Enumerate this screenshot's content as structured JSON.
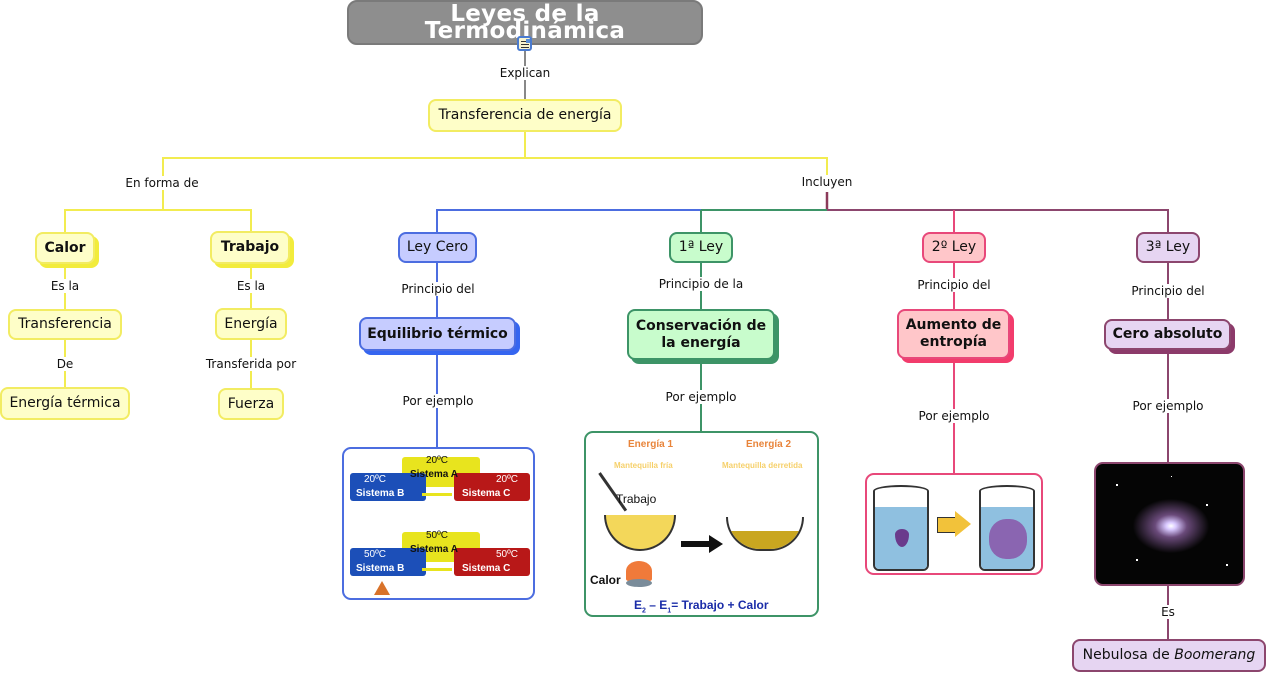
{
  "title": "Leyes de la Termodinámica",
  "title_icon": "resource-document-icon",
  "links": {
    "explican": "Explican",
    "en_forma_de": "En forma de",
    "incluyen": "Incluyen",
    "calor_es_la": "Es la",
    "de": "De",
    "trabajo_es_la": "Es la",
    "transferida_por": "Transferida por",
    "ley_cero_principio": "Principio del",
    "ley1_principio": "Principio de la",
    "ley2_principio": "Principio del",
    "ley3_principio": "Principio del",
    "ej_cero": "Por ejemplo",
    "ej_1": "Por ejemplo",
    "ej_2": "Por ejemplo",
    "ej_3": "Por ejemplo",
    "es": "Es"
  },
  "nodes": {
    "transferencia_energia": "Transferencia de energía",
    "calor": "Calor",
    "trabajo": "Trabajo",
    "transferencia": "Transferencia",
    "energia_termica": "Energía térmica",
    "energia": "Energía",
    "fuerza": "Fuerza",
    "ley_cero": "Ley Cero",
    "ley_1": "1ª Ley",
    "ley_2": "2º Ley",
    "ley_3": "3ª Ley",
    "equilibrio": "Equilibrio térmico",
    "conservacion_1": "Conservación de",
    "conservacion_2": "la energía",
    "aumento_1": "Aumento de",
    "aumento_2": "entropía",
    "cero_absoluto": "Cero absoluto",
    "nebulosa_prefix": "Nebulosa de ",
    "nebulosa_italic": "Boomerang"
  },
  "images": {
    "ley_cero": {
      "top": {
        "temp_a": "20ºC",
        "temp_b": "20ºC",
        "temp_c": "20ºC"
      },
      "bottom": {
        "temp_a": "50ºC",
        "temp_b": "50ºC",
        "temp_c": "50ºC"
      },
      "sistema_a": "Sistema A",
      "sistema_b": "Sistema B",
      "sistema_c": "Sistema C"
    },
    "ley_1": {
      "energia1": "Energía 1",
      "energia2": "Energía 2",
      "estado1": "Mantequilla fría",
      "estado2": "Mantequilla derretida",
      "trabajo": "Trabajo",
      "calor": "Calor",
      "eq_e2": "E",
      "eq_sub2": "2",
      "eq_minus": " – E",
      "eq_sub1": "1",
      "eq_rest": "= Trabajo + Calor"
    }
  },
  "colors": {
    "yellow": "#f2ec62",
    "blue": "#4c6de0",
    "green": "#3d9467",
    "pink": "#e8487a",
    "purple": "#8c466e",
    "title_gray": "#8e8e8e"
  }
}
